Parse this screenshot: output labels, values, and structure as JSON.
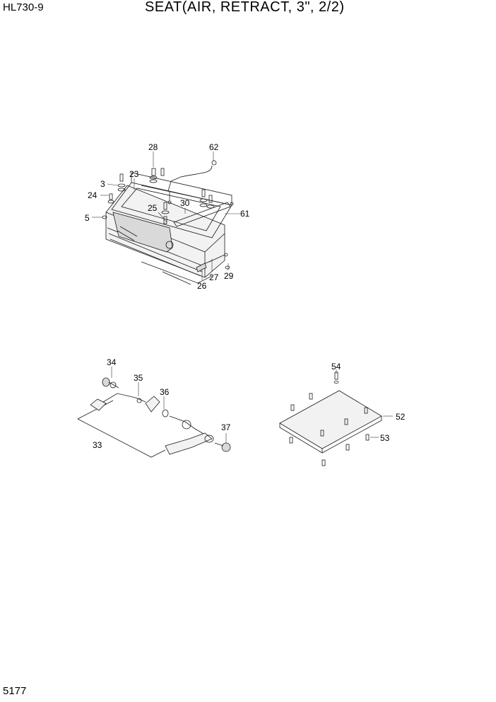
{
  "header": {
    "model": "HL730-9",
    "title": "SEAT(AIR, RETRACT, 3\", 2/2)"
  },
  "footer": {
    "page_number": "5177"
  },
  "callouts": {
    "seat": [
      "28",
      "62",
      "3",
      "23",
      "24",
      "30",
      "25",
      "61",
      "5",
      "29",
      "27",
      "26"
    ],
    "belt": [
      "34",
      "35",
      "36",
      "37",
      "33"
    ],
    "plate": [
      "54",
      "52",
      "53"
    ]
  }
}
